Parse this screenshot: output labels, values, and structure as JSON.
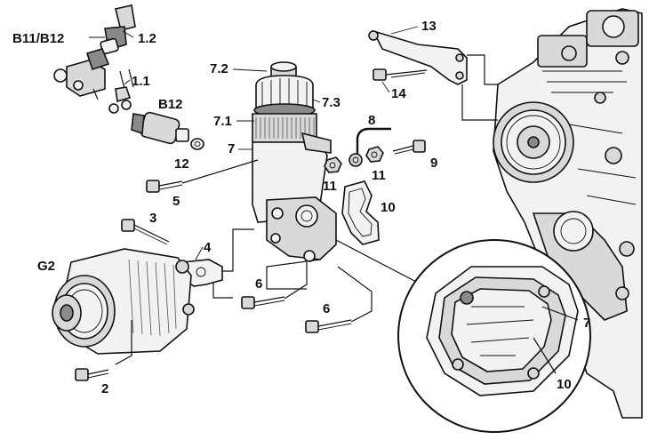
{
  "labels": {
    "b11_b12": "B11/B12",
    "l_1_2": "1.2",
    "l_1_1": "1.1",
    "b12": "B12",
    "l_7_2": "7.2",
    "l_7_3": "7.3",
    "l_7_1": "7.1",
    "l_7": "7",
    "l_8": "8",
    "l_12": "12",
    "l_9": "9",
    "l_5": "5",
    "l_11a": "11",
    "l_11b": "11",
    "l_10": "10",
    "l_13": "13",
    "l_14": "14",
    "l_3": "3",
    "l_4": "4",
    "g2": "G2",
    "l_6a": "6",
    "l_6b": "6",
    "l_2": "2",
    "inset_7": "7",
    "inset_10": "10"
  }
}
